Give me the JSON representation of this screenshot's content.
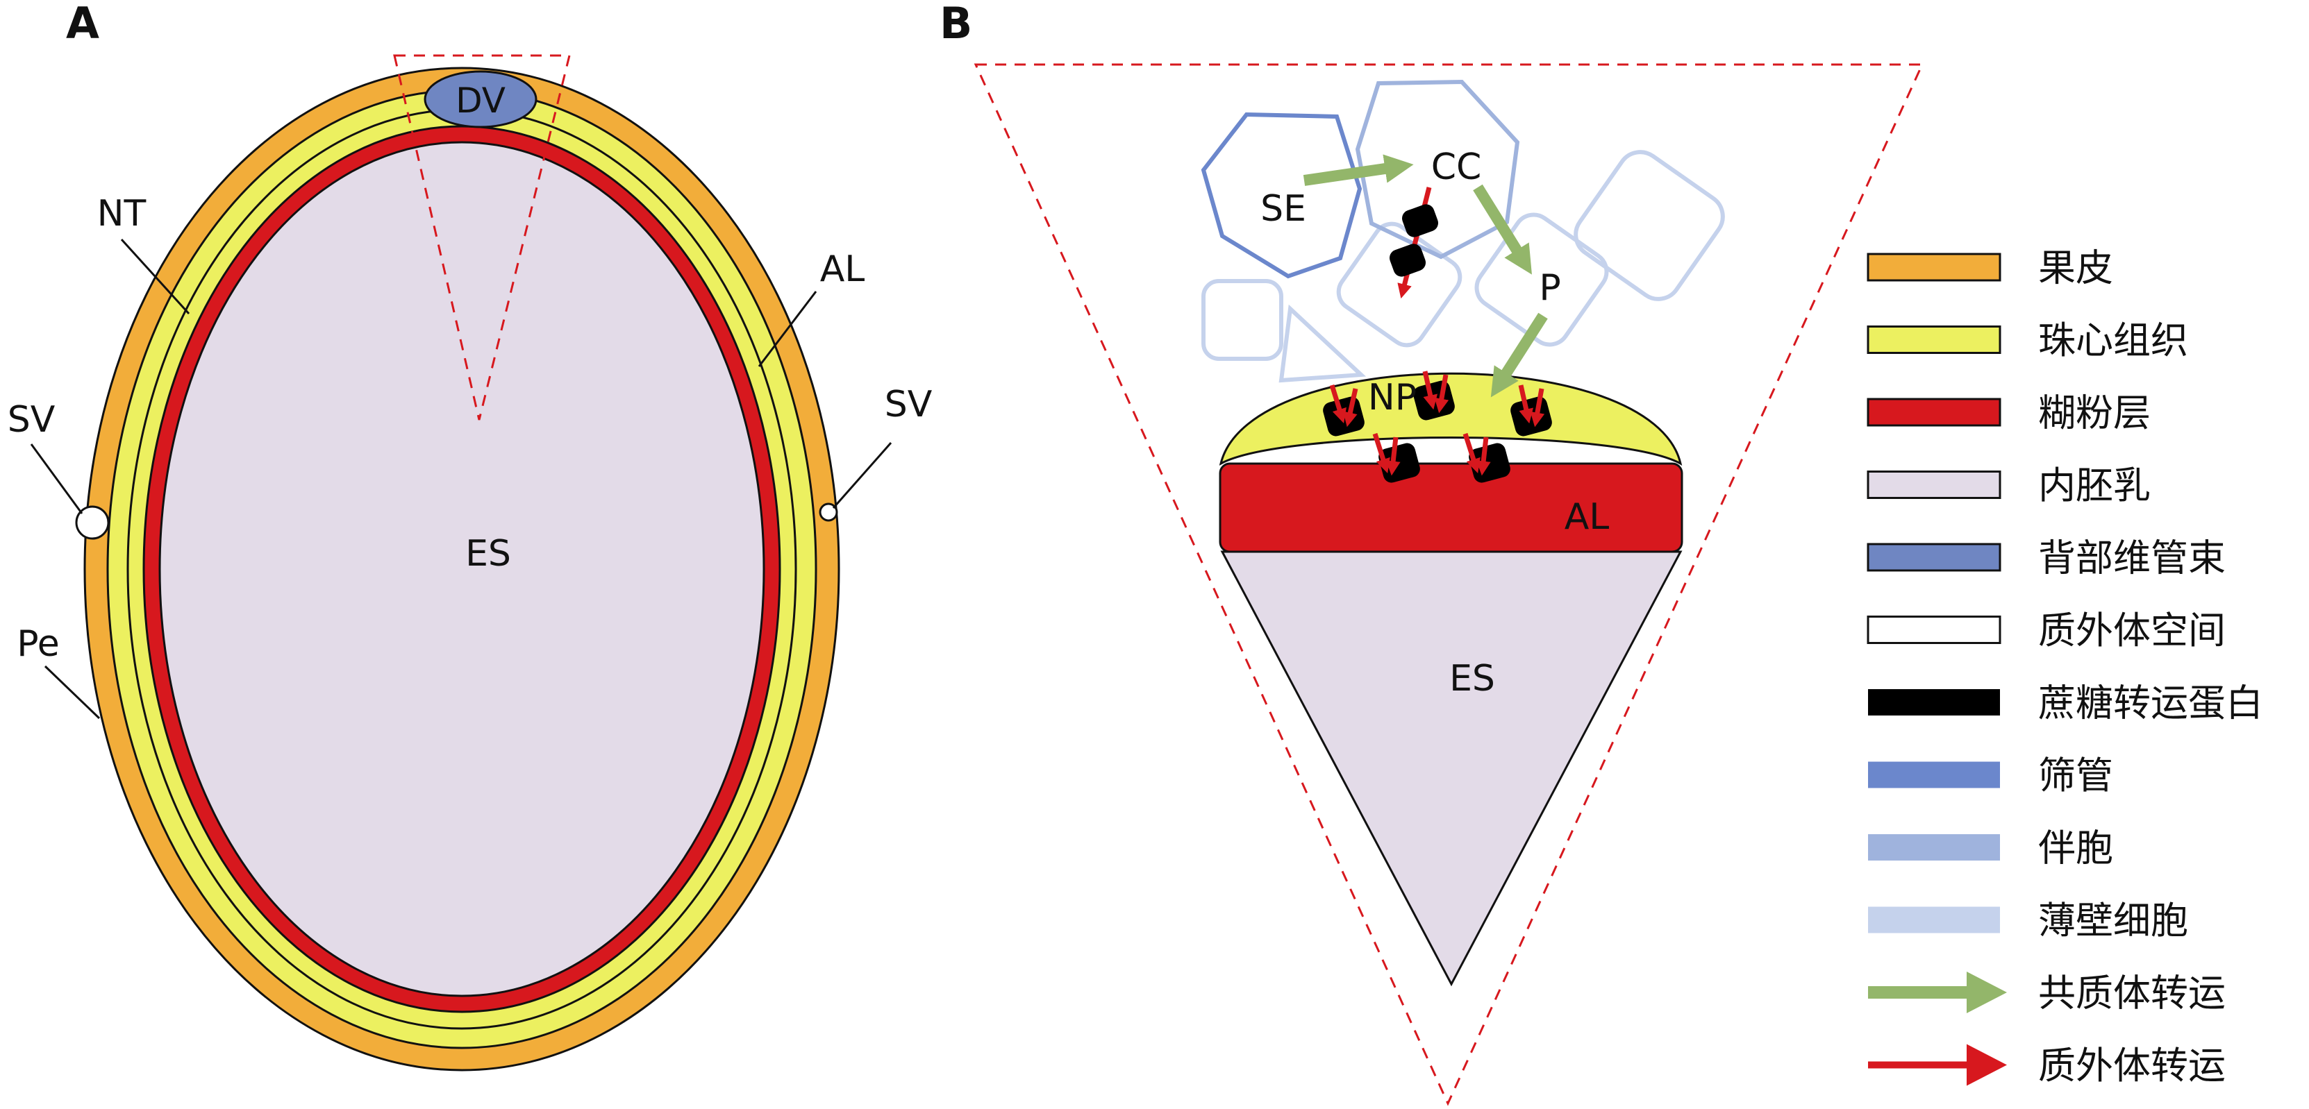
{
  "panels": {
    "a": {
      "letter": "A",
      "labels": {
        "dv": "DV",
        "nt": "NT",
        "al": "AL",
        "sv_left": "SV",
        "sv_right": "SV",
        "pe": "Pe",
        "es": "ES"
      }
    },
    "b": {
      "letter": "B",
      "labels": {
        "se": "SE",
        "cc": "CC",
        "p": "P",
        "np": "NP",
        "al": "AL",
        "es": "ES"
      }
    }
  },
  "colors": {
    "pericarp": "#f2ad3a",
    "nucellus": "#ecf060",
    "aleurone": "#d7181e",
    "endosperm": "#e3dbe8",
    "vascular": "#6f86c2",
    "sieve": "#6b87cc",
    "companion": "#9fb3dd",
    "parenchyma": "#c5d2ec",
    "symplastic": "#93b66a",
    "apoplastic": "#d7181e",
    "transporter": "#000000",
    "outline": "#111111",
    "dashed": "#d7181e"
  },
  "legend": {
    "items": [
      {
        "label": "果皮",
        "kind": "box",
        "color": "#f2ad3a"
      },
      {
        "label": "珠心组织",
        "kind": "box",
        "color": "#ecf060"
      },
      {
        "label": "糊粉层",
        "kind": "box",
        "color": "#d7181e"
      },
      {
        "label": "内胚乳",
        "kind": "box",
        "color": "#e3dbe8"
      },
      {
        "label": "背部维管束",
        "kind": "box",
        "color": "#6f86c2"
      },
      {
        "label": "质外体空间",
        "kind": "box",
        "color": "#ffffff"
      },
      {
        "label": "蔗糖转运蛋白",
        "kind": "bar",
        "color": "#000000"
      },
      {
        "label": "筛管",
        "kind": "bar",
        "color": "#6b87cc"
      },
      {
        "label": "伴胞",
        "kind": "bar",
        "color": "#9fb3dd"
      },
      {
        "label": "薄壁细胞",
        "kind": "bar",
        "color": "#c5d2ec"
      },
      {
        "label": "共质体转运",
        "kind": "arrow",
        "color": "#93b66a"
      },
      {
        "label": "质外体转运",
        "kind": "arrow",
        "color": "#d7181e"
      }
    ]
  }
}
